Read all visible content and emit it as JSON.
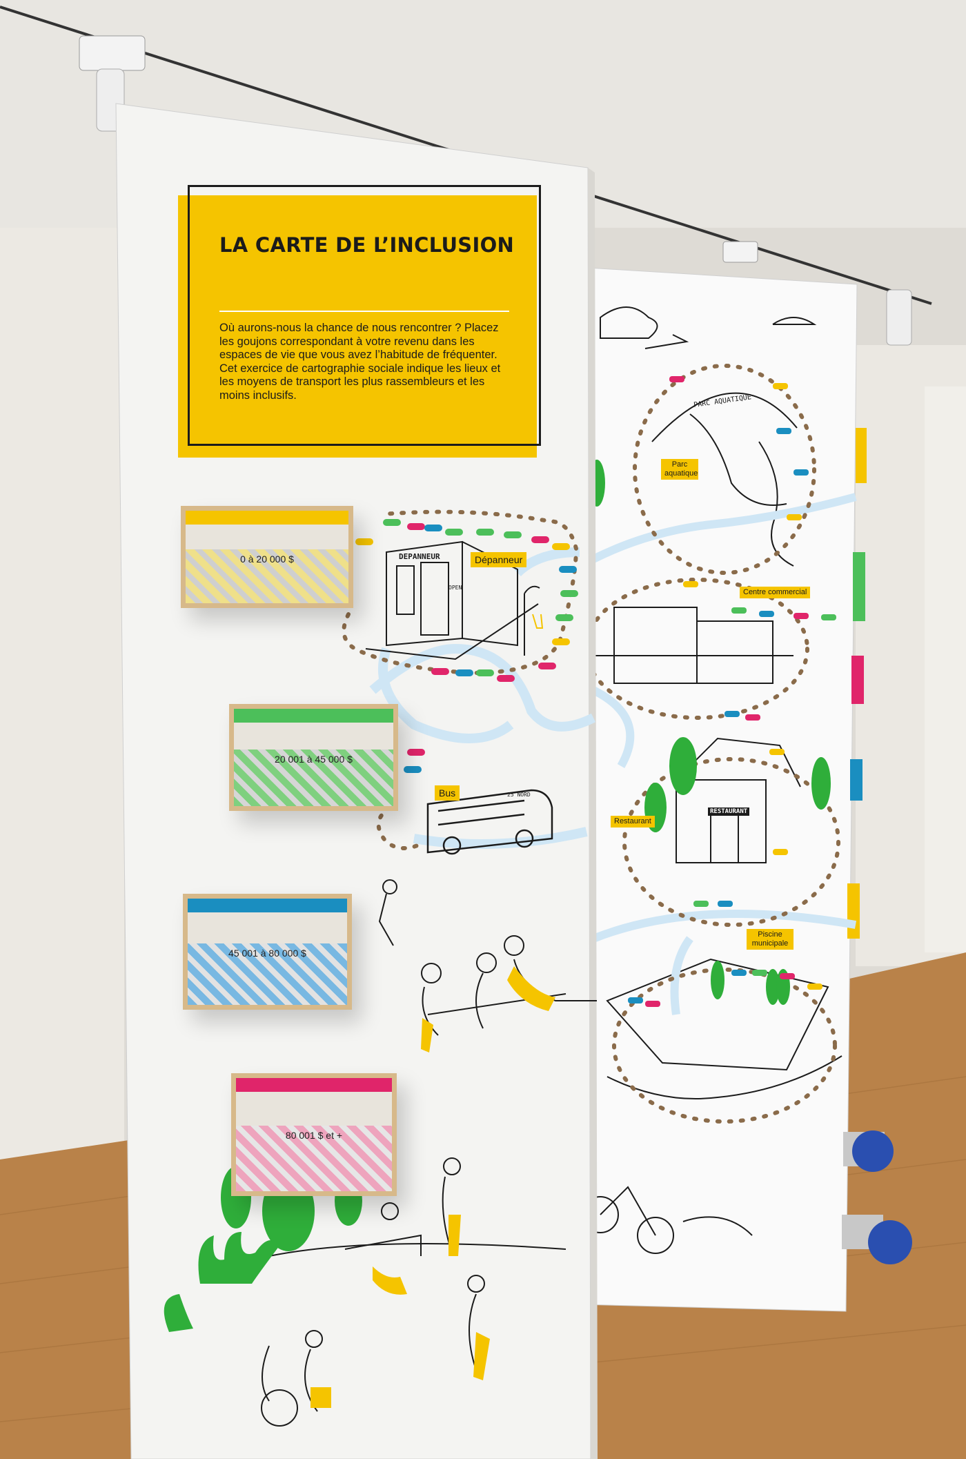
{
  "panel": {
    "title": "LA CARTE DE L’INCLUSION",
    "intro": "Où aurons-nous la chance de nous rencontrer ? Placez les goujons correspondant à votre revenu dans les espaces de vie que vous avez l’habitude de fréquenter. Cet exercice de cartographie sociale indique les lieux et les moyens de transport les plus rassembleurs et les moins inclusifs."
  },
  "income_boxes": [
    {
      "label": "0 à 20 000 $",
      "color": "#f5c400"
    },
    {
      "label": "20 001 à 45 000 $",
      "color": "#4cbf5a"
    },
    {
      "label": "45 001 à 80 000 $",
      "color": "#1a8ec0"
    },
    {
      "label": "80 001 $ et +",
      "color": "#e0256a"
    }
  ],
  "map_labels": {
    "depanneur": "Dépanneur",
    "depanneur_sign": "DEPANNEUR",
    "open_sign": "OPEN",
    "bus": "Bus",
    "bus_route": "25 NORD",
    "parc": "Parc aquatique",
    "parc_sign": "PARC AQUATIQUE",
    "centre": "Centre commercial",
    "restaurant": "Restaurant",
    "restaurant_sign": "RESTAURANT",
    "piscine": "Piscine municipale"
  },
  "colors": {
    "yellow": "#f5c400",
    "green": "#4cbf5a",
    "blue": "#1a8ec0",
    "pink": "#e0256a",
    "tree": "#2fae3a",
    "ink": "#1b1b1b"
  }
}
